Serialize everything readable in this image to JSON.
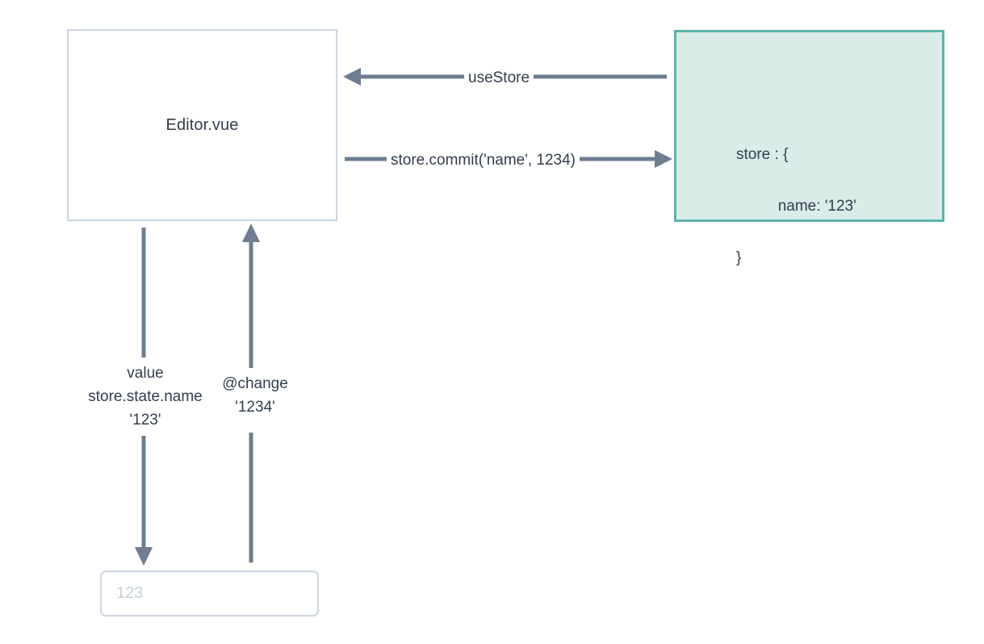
{
  "diagram": {
    "title": "Vuex store data-flow diagram",
    "nodes": {
      "editor": {
        "label": "Editor.vue"
      },
      "store": {
        "line1": "store : {",
        "line2": "name: '123'",
        "line3": "}"
      },
      "input": {
        "placeholder": "123",
        "value": ""
      }
    },
    "edges": {
      "use_store": {
        "label": "useStore",
        "direction": "right-to-left"
      },
      "commit": {
        "label": "store.commit('name', 1234)",
        "direction": "left-to-right"
      },
      "value_binding": {
        "line1": "value",
        "line2": "store.state.name",
        "line3": "'123'",
        "direction": "top-to-bottom"
      },
      "change_event": {
        "line1": "@change",
        "line2": "'1234'",
        "direction": "bottom-to-top"
      }
    },
    "colors": {
      "store_border": "#5eb3ac",
      "store_fill": "#d9ece8",
      "box_border": "#ccd6e2",
      "arrow": "#6e7d92",
      "text": "#333d4d",
      "placeholder": "#c6cfda",
      "background": "#ffffff"
    }
  }
}
